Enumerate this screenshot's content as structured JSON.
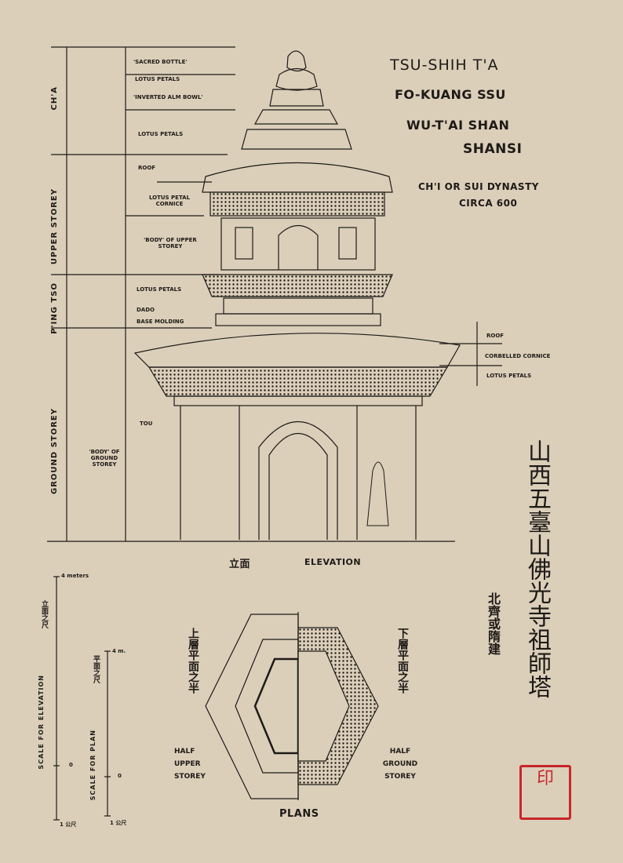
{
  "title": {
    "line1": "TSU-SHIH T'A",
    "line2": "FO-KUANG SSU",
    "line3": "WU-T'AI SHAN",
    "line4": "SHANSI",
    "dynasty": "CH'I OR SUI DYNASTY",
    "date": "CIRCA 600"
  },
  "chinese_title": "山西五臺山佛光寺祖師塔",
  "chinese_date": "北齊或隋建",
  "sections": {
    "cha": "CH'A",
    "upper": "UPPER STOREY",
    "pingtso": "P'ING TSO",
    "ground": "GROUND STOREY"
  },
  "left_labels": [
    "'SACRED BOTTLE'",
    "LOTUS PETALS",
    "'INVERTED ALM BOWL'",
    "LOTUS PETALS",
    "ROOF",
    "LOTUS PETAL CORNICE",
    "'BODY' OF UPPER STOREY",
    "LOTUS PETALS",
    "DADO",
    "BASE MOLDING",
    "'BODY' OF GROUND STOREY"
  ],
  "tou_label": "TOU",
  "right_labels": [
    "ROOF",
    "CORBELLED CORNICE",
    "LOTUS PETALS"
  ],
  "elevation": {
    "cn": "立面",
    "en": "ELEVATION"
  },
  "plans": {
    "label": "PLANS",
    "upper_cn": "上層平面之半",
    "upper_en": "HALF UPPER STOREY",
    "ground_cn": "下層平面之半",
    "ground_en": "HALF GROUND STOREY"
  },
  "scales": {
    "elev_label": "SCALE FOR ELEVATION",
    "elev_cn": "立面之尺",
    "elev_max": "4 meters",
    "plan_label": "SCALE FOR PLAN",
    "plan_cn": "平面之尺",
    "plan_max": "4 m.",
    "zero": "0",
    "unit": "1 公尺"
  },
  "colors": {
    "paper": "#dbcfba",
    "ink": "#1e1a16",
    "seal": "#c8262a"
  }
}
